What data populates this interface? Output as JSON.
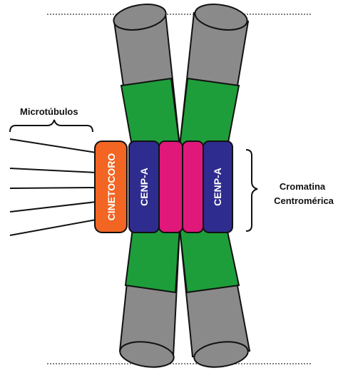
{
  "labels": {
    "microtubulos": "Microtúbulos",
    "cinetocoro": "CINETOCORO",
    "cenp_a_left": "CENP-A",
    "cenp_a_right": "CENP-A",
    "cromatina_line1": "Cromatina",
    "cromatina_line2": "Centromérica"
  },
  "colors": {
    "arm_cap": "#8a8a8a",
    "chromatin": "#1e9e3a",
    "cenp_a": "#2f2c8f",
    "pink_block": "#e0187a",
    "kinetochore": "#f26522",
    "outline": "#111111",
    "dotted_line": "#555555"
  }
}
